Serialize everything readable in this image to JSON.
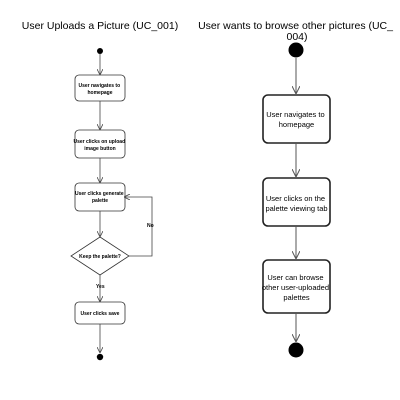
{
  "diagrams": [
    {
      "title": "User Uploads a Picture (UC_001)",
      "steps": [
        {
          "lines": [
            "User navigates to",
            "homepage"
          ]
        },
        {
          "lines": [
            "User clicks on upload",
            "image button"
          ]
        },
        {
          "lines": [
            "User clicks generate",
            "palette"
          ]
        },
        {
          "lines": [
            "User clicks save"
          ]
        }
      ],
      "decision": {
        "lines": [
          "Keep the palette?"
        ],
        "yes_label": "Yes",
        "no_label": "No"
      }
    },
    {
      "title_lines": [
        "User wants to browse other pictures (UC_",
        "004)"
      ],
      "steps": [
        {
          "lines": [
            "User navigates to",
            "homepage"
          ]
        },
        {
          "lines": [
            "User clicks on the",
            "palette viewing tab"
          ]
        },
        {
          "lines": [
            "User can browse",
            "other user-uploaded",
            "palettes"
          ]
        }
      ]
    }
  ]
}
